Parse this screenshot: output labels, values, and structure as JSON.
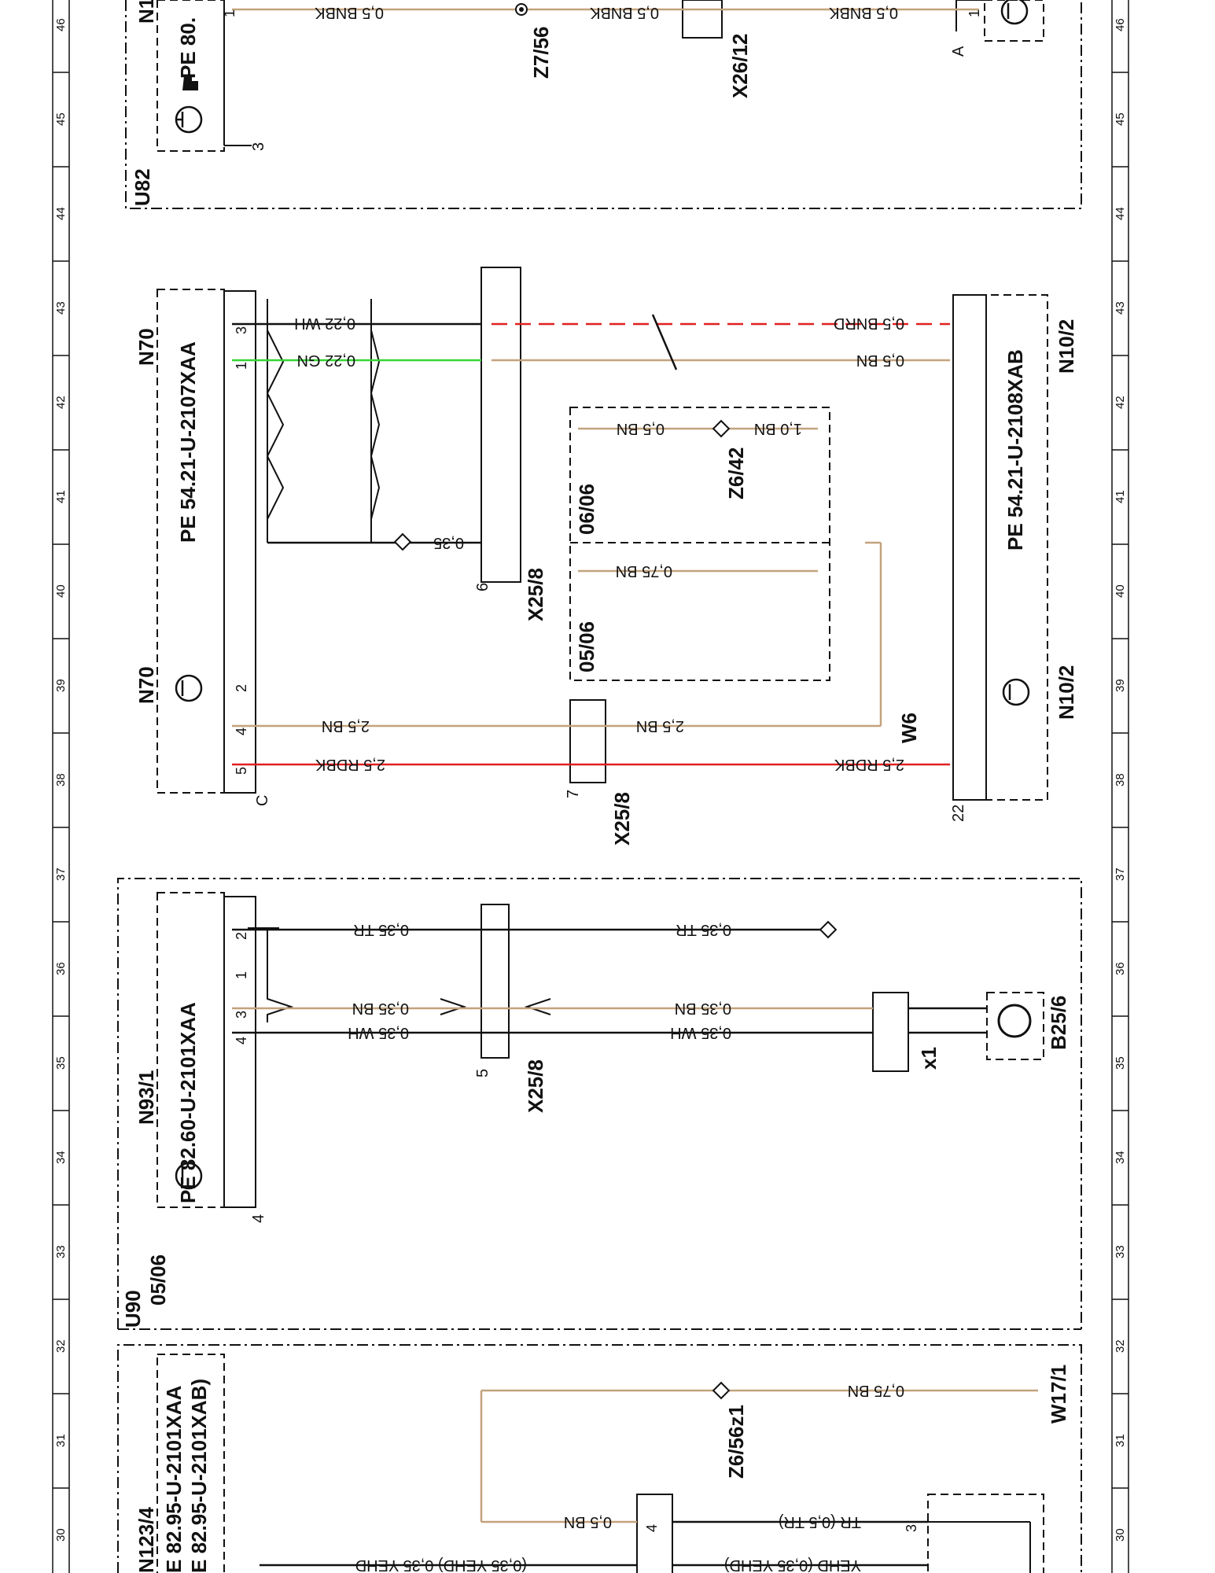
{
  "colors": {
    "line": "#111111",
    "brown": "#c3a27c",
    "green": "#36d536",
    "red": "#e02020"
  },
  "grid": {
    "rows": [
      "46",
      "45",
      "44",
      "43",
      "42",
      "41",
      "40",
      "39",
      "38",
      "37",
      "36",
      "35",
      "34",
      "33",
      "32",
      "31",
      "30"
    ]
  },
  "components": {
    "n1": "N1",
    "n1_pe": "PE 80.",
    "u82": "U82",
    "n70_top": "N70",
    "n70_pe": "PE  54.21-U-2107XAA",
    "n70_bottom": "N70",
    "n93_1": "N93/1",
    "n93_pe": "PE  82.60-U-2101XAA",
    "u90": "U90",
    "u90_date": "05/06",
    "n123_4": "N123/4",
    "n123_pe1": "E  82.95-U-2101XAA",
    "n123_pe2": "E  82.95-U-2101XAB)",
    "n10_2_a": "N10/2",
    "n10_2_pe": "PE  54.21-U-2108XAB",
    "n10_2_b": "N10/2",
    "z7_56": "Z7/56",
    "x26_12": "X26/12",
    "x25_8_a": "X25/8",
    "x25_8_b": "X25/8",
    "x25_8_c": "X25/8",
    "z6_42": "Z6/42",
    "w6": "W6",
    "b25_6": "B25/6",
    "x1": "x1",
    "z6_56z1": "Z6/56z1",
    "w17_1": "W17/1",
    "date_0506": "05/06",
    "date_0606": "06/06"
  },
  "wires": {
    "bnbk1": "0,5 BNBK",
    "bnbk2": "0,5 BNBK",
    "bnbk3": "0,5 BNBK",
    "wh022": "0,22 WH",
    "gn022": "0,22 GN",
    "wh035": "0,35",
    "bnrd": "0,5 BNRD",
    "bn05": "0,5 BN",
    "bn05_b": "0,5 BN",
    "bn10": "1,0 BN",
    "bn075": "0,75 BN",
    "bn25_a": "2,5 BN",
    "bn25_b": "2,5 BN",
    "rdbk_a": "2,5 RDBK",
    "rdbk_b": "2,5 RDBK",
    "tr035_a": "0,35 TR",
    "tr035_b": "0,35 TR",
    "bn035_a": "0,35 BN",
    "bn035_b": "0,35 BN",
    "wh035_a": "0,35 WH",
    "wh035_b": "0,35 WH",
    "bn075_b": "0,75 BN",
    "bn05_c": "0,5 BN",
    "tr05": "TR  (0,5 TR)",
    "yehd1": "YEHD  (0,35 YEHD)",
    "yehd2": "(0,35 YEHD)  0,35 YEHD"
  },
  "pins": {
    "p1": "1",
    "p2": "2",
    "p3": "3",
    "p4": "4",
    "p5": "5",
    "p6": "6",
    "p7": "7",
    "p22": "22",
    "pA": "A",
    "pC": "C"
  }
}
